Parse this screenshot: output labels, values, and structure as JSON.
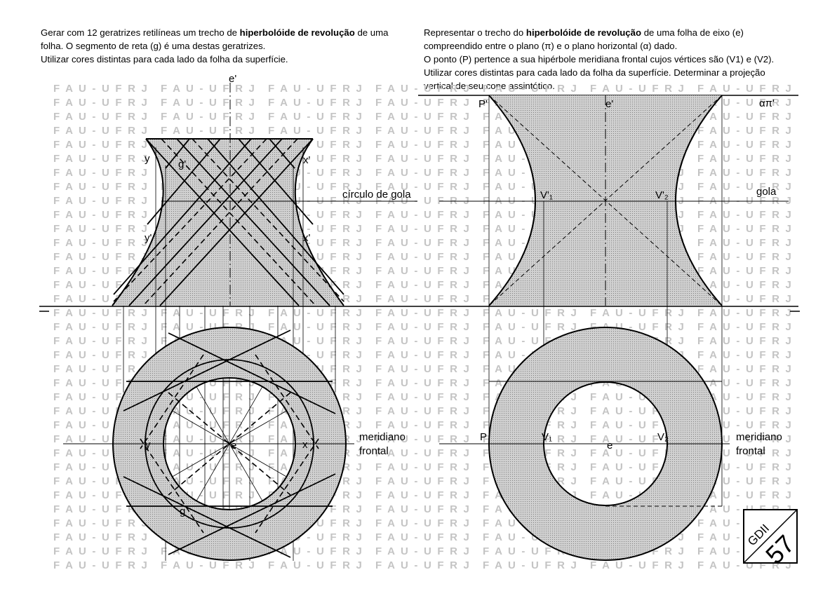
{
  "left_panel": {
    "statement": {
      "l1_pre": "Gerar com 12 geratrizes retilíneas um trecho de ",
      "l1_bold": "hiperbolóide de revolução",
      "l1_post": " de uma",
      "l2": "folha. O segmento de reta (g) é uma destas geratrizes.",
      "l3": "Utilizar cores distintas para cada lado da folha da superfície."
    },
    "labels": {
      "axis_vertical": "e'",
      "point_y_upper": "y",
      "point_g_upper": "g'",
      "point_x_upper": "x'",
      "point_y_lower": "y'",
      "point_x_lower": "x'",
      "throat_circle": "círculo de gola",
      "meridian_line1": "meridiano",
      "meridian_line2": "frontal",
      "plan_y": "y",
      "plan_e": "e",
      "plan_x": "x",
      "plan_g": "g"
    }
  },
  "right_panel": {
    "statement": {
      "l1_pre": "Representar o trecho do ",
      "l1_bold": "hiperbolóide de revolução",
      "l1_post": " de uma folha de eixo (e)",
      "l2": "compreendido entre o plano (π) e o plano horizontal (α) dado.",
      "l3": "O ponto (P) pertence a sua hipérbole meridiana frontal cujos vértices são (V1) e (V2).",
      "l4": "Utilizar cores distintas para cada lado da folha da superfície. Determinar a projeção",
      "l5": "vertical de seu cone assintótico."
    },
    "labels": {
      "point_p_upper": "P'",
      "axis_upper": "e'",
      "plane_alpha": "απ'",
      "vertex_v1_upper": "V'₁",
      "vertex_v2_upper": "V'₂",
      "throat": "gola",
      "plan_p": "P",
      "plan_v1": "V₁",
      "plan_e": "e",
      "plan_v2": "V₂",
      "meridian_line1": "meridiano",
      "meridian_line2": "frontal"
    }
  },
  "watermark": {
    "text": "FAU - UFRJ"
  },
  "badge": {
    "course": "GDII",
    "number": "57"
  },
  "colors": {
    "surface_fill": "#c8c8c8",
    "watermark": "#c4c4c4",
    "line": "#000000"
  }
}
